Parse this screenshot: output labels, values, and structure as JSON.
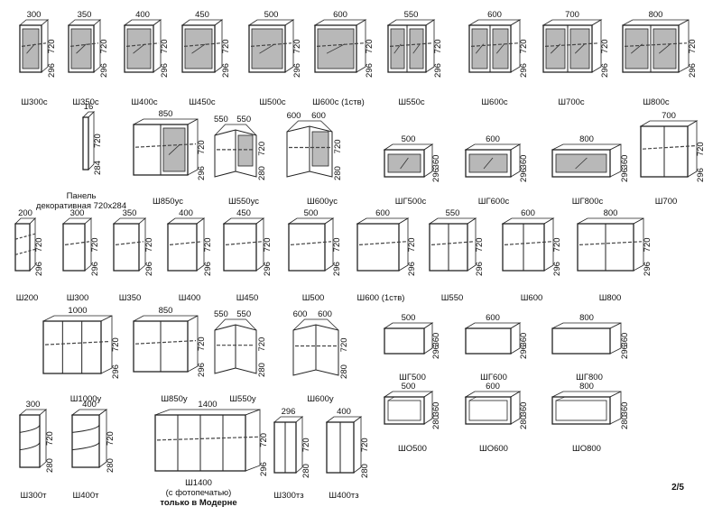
{
  "page": {
    "number": "2/5"
  },
  "items": [
    {
      "id": "sh300s",
      "label": "Ш300с",
      "width": "300",
      "height": "720",
      "depth": "296",
      "kind": "glass1",
      "row": 1
    },
    {
      "id": "sh350s",
      "label": "Ш350с",
      "width": "350",
      "height": "720",
      "depth": "296",
      "kind": "glass1",
      "row": 1
    },
    {
      "id": "sh400s",
      "label": "Ш400с",
      "width": "400",
      "height": "720",
      "depth": "296",
      "kind": "glass1",
      "row": 1
    },
    {
      "id": "sh450s",
      "label": "Ш450с",
      "width": "450",
      "height": "720",
      "depth": "296",
      "kind": "glass1",
      "row": 1
    },
    {
      "id": "sh500s",
      "label": "Ш500с",
      "width": "500",
      "height": "720",
      "depth": "296",
      "kind": "glass1",
      "row": 1
    },
    {
      "id": "sh600s1",
      "label": "Ш600с (1ств)",
      "width": "600",
      "height": "720",
      "depth": "296",
      "kind": "glass1",
      "row": 1
    },
    {
      "id": "sh550s",
      "label": "Ш550с",
      "width": "550",
      "height": "720",
      "depth": "296",
      "kind": "glass2",
      "row": 1
    },
    {
      "id": "sh600s",
      "label": "Ш600с",
      "width": "600",
      "height": "720",
      "depth": "296",
      "kind": "glass2",
      "row": 1
    },
    {
      "id": "sh700s",
      "label": "Ш700с",
      "width": "700",
      "height": "720",
      "depth": "296",
      "kind": "glass2",
      "row": 1
    },
    {
      "id": "sh800s",
      "label": "Ш800с",
      "width": "800",
      "height": "720",
      "depth": "296",
      "kind": "glass2",
      "row": 1
    },
    {
      "id": "panel",
      "label": "Панель",
      "label2": "декоративная 720x284",
      "width": "16",
      "height": "720",
      "depth": "284",
      "kind": "panel",
      "row": 2
    },
    {
      "id": "sh850us",
      "label": "Ш850ус",
      "width": "850",
      "height": "720",
      "depth": "296",
      "kind": "glasscorner",
      "row": 2
    },
    {
      "id": "sh550us",
      "label": "Ш550ус",
      "width": "550",
      "width2": "550",
      "height": "720",
      "depth": "280",
      "kind": "corner-glass",
      "row": 2
    },
    {
      "id": "sh600us",
      "label": "Ш600ус",
      "width": "600",
      "width2": "600",
      "height": "720",
      "depth": "280",
      "kind": "corner-glass",
      "row": 2
    },
    {
      "id": "shg500s",
      "label": "ШГ500с",
      "width": "500",
      "height": "360",
      "depth": "296",
      "kind": "hglass",
      "row": 2
    },
    {
      "id": "shg600s",
      "label": "ШГ600с",
      "width": "600",
      "height": "360",
      "depth": "296",
      "kind": "hglass",
      "row": 2
    },
    {
      "id": "shg800s",
      "label": "ШГ800с",
      "width": "800",
      "height": "360",
      "depth": "296",
      "kind": "hglass",
      "row": 2
    },
    {
      "id": "sh700",
      "label": "Ш700",
      "width": "700",
      "height": "720",
      "depth": "296",
      "kind": "solid2",
      "row": 2
    },
    {
      "id": "sh200",
      "label": "Ш200",
      "width": "200",
      "height": "720",
      "depth": "296",
      "kind": "open-shelf",
      "row": 3
    },
    {
      "id": "sh300",
      "label": "Ш300",
      "width": "300",
      "height": "720",
      "depth": "296",
      "kind": "solid1",
      "row": 3
    },
    {
      "id": "sh350",
      "label": "Ш350",
      "width": "350",
      "height": "720",
      "depth": "296",
      "kind": "solid1",
      "row": 3
    },
    {
      "id": "sh400",
      "label": "Ш400",
      "width": "400",
      "height": "720",
      "depth": "296",
      "kind": "solid1",
      "row": 3
    },
    {
      "id": "sh450",
      "label": "Ш450",
      "width": "450",
      "height": "720",
      "depth": "296",
      "kind": "solid1",
      "row": 3
    },
    {
      "id": "sh500",
      "label": "Ш500",
      "width": "500",
      "height": "720",
      "depth": "296",
      "kind": "solid1",
      "row": 3
    },
    {
      "id": "sh600_1",
      "label": "Ш600 (1ств)",
      "width": "600",
      "height": "720",
      "depth": "296",
      "kind": "solid1",
      "row": 3
    },
    {
      "id": "sh550",
      "label": "Ш550",
      "width": "550",
      "height": "720",
      "depth": "296",
      "kind": "solid2",
      "row": 3
    },
    {
      "id": "sh600",
      "label": "Ш600",
      "width": "600",
      "height": "720",
      "depth": "296",
      "kind": "solid2",
      "row": 3
    },
    {
      "id": "sh800",
      "label": "Ш800",
      "width": "800",
      "height": "720",
      "depth": "296",
      "kind": "solid2",
      "row": 3
    },
    {
      "id": "sh1000u",
      "label": "Ш1000у",
      "width": "1000",
      "height": "720",
      "depth": "296",
      "kind": "solid3",
      "row": 4
    },
    {
      "id": "sh850u",
      "label": "Ш850у",
      "width": "850",
      "height": "720",
      "depth": "296",
      "kind": "solid2",
      "row": 4
    },
    {
      "id": "sh550u",
      "label": "Ш550у",
      "width": "550",
      "width2": "550",
      "height": "720",
      "depth": "280",
      "kind": "corner-solid",
      "row": 4
    },
    {
      "id": "sh600u",
      "label": "Ш600у",
      "width": "600",
      "width2": "600",
      "height": "720",
      "depth": "280",
      "kind": "corner-solid",
      "row": 4
    },
    {
      "id": "shg500",
      "label": "ШГ500",
      "width": "500",
      "height": "360",
      "depth": "296",
      "kind": "hsolid",
      "row": 4
    },
    {
      "id": "shg600",
      "label": "ШГ600",
      "width": "600",
      "height": "360",
      "depth": "296",
      "kind": "hsolid",
      "row": 4
    },
    {
      "id": "shg800",
      "label": "ШГ800",
      "width": "800",
      "height": "360",
      "depth": "296",
      "kind": "hsolid",
      "row": 4
    },
    {
      "id": "sh300t",
      "label": "Ш300т",
      "width": "300",
      "height": "720",
      "depth": "280",
      "kind": "end-open",
      "row": 5
    },
    {
      "id": "sh400t",
      "label": "Ш400т",
      "width": "400",
      "height": "720",
      "depth": "280",
      "kind": "end-open",
      "row": 5
    },
    {
      "id": "sh1400",
      "label": "Ш1400",
      "label2": "(с фотопечатью)",
      "label3": "только в Модерне",
      "width": "1400",
      "height": "720",
      "depth": "296",
      "kind": "solid4",
      "row": 5
    },
    {
      "id": "sh300tz",
      "label": "Ш300тз",
      "width": "296",
      "height": "720",
      "depth": "280",
      "kind": "end-closed",
      "row": 5
    },
    {
      "id": "sh400tz",
      "label": "Ш400тз",
      "width": "400",
      "height": "720",
      "depth": "280",
      "kind": "end-closed",
      "row": 5
    },
    {
      "id": "sho500",
      "label": "ШО500",
      "width": "500",
      "height": "360",
      "depth": "280",
      "kind": "hopen",
      "row": 5
    },
    {
      "id": "sho600",
      "label": "ШО600",
      "width": "600",
      "height": "360",
      "depth": "280",
      "kind": "hopen",
      "row": 5
    },
    {
      "id": "sho800",
      "label": "ШО800",
      "width": "800",
      "height": "360",
      "depth": "280",
      "kind": "hopen",
      "row": 5
    }
  ]
}
